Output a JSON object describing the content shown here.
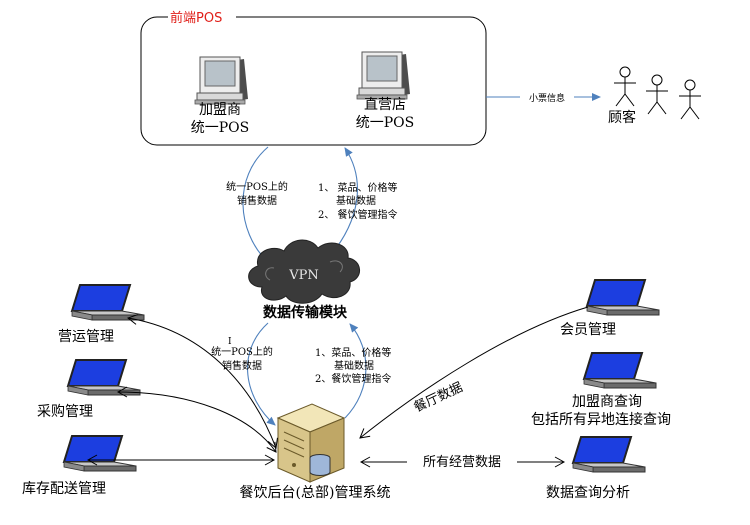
{
  "colors": {
    "pos_title": "#e0201a",
    "arrow_blue": "#4f81bd",
    "screen_blue": "#1c3ee0",
    "screen_gray": "#b8c2c9",
    "cloud": "#3a3a3a"
  },
  "front_pos": {
    "title": "前端POS",
    "franchise_line1": "加盟商",
    "franchise_line2": "统一POS",
    "direct_line1": "直营店",
    "direct_line2": "统一POS"
  },
  "receipt_label": "小票信息",
  "customer_label": "顾客",
  "upper_left_flow": {
    "line1": "统一POS上的",
    "line2": "销售数据"
  },
  "upper_right_flow": {
    "line1": "1、 菜品、价格等",
    "line2": "基础数据",
    "line3": "2、 餐饮管理指令"
  },
  "vpn": {
    "cloud_label": "VPN",
    "module_label": "数据传输模块"
  },
  "lower_left_flow": {
    "tick": "I",
    "line1": "统一POS上的",
    "line2": "销售数据"
  },
  "lower_right_flow": {
    "line1": "1、菜品、价格等",
    "line2": "基础数据",
    "line3": "2、餐饮管理指令"
  },
  "left_modules": {
    "operations": "营运管理",
    "purchasing": "采购管理",
    "inventory": "库存配送管理"
  },
  "right_modules": {
    "member": "会员管理",
    "franchise_query_line1": "加盟商查询",
    "franchise_query_line2": "包括所有异地连接查询",
    "analysis": "数据查询分析"
  },
  "restaurant_data_label": "餐厅数据",
  "all_data_label": "所有经营数据",
  "backend_label": "餐饮后台(总部)管理系统",
  "icons": {
    "monitor": "desktop-monitor-icon",
    "laptop": "laptop-icon",
    "server": "server-tower-icon",
    "cloud": "cloud-icon",
    "person": "stick-figure-icon"
  }
}
